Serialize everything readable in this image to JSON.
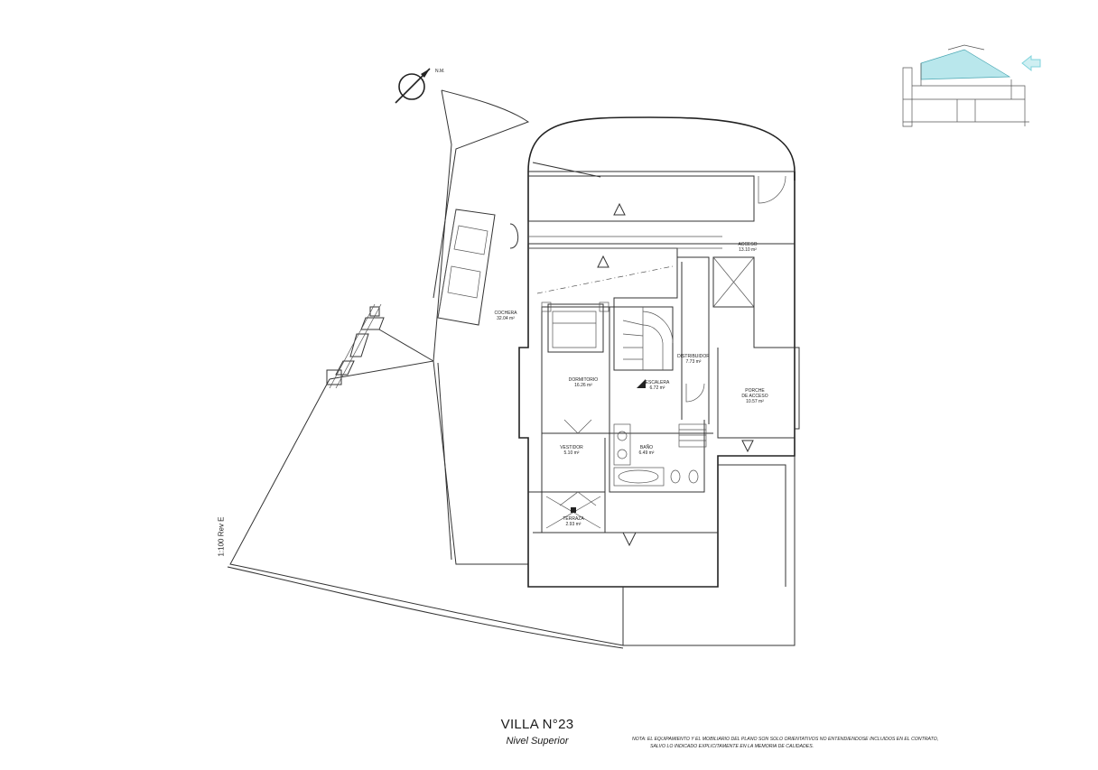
{
  "drawing": {
    "title": "VILLA N°23",
    "subtitle": "Nivel Superior",
    "scale_label": "1:100  Rev E",
    "north_label": "N.M.",
    "note_line1": "NOTA: EL EQUIPAMIENTO Y EL MOBILIARIO DEL PLANO SON SOLO ORIENTATIVOS NO ENTENDIENDOSE INCLUIDOS EN EL CONTRATO,",
    "note_line2": "SALVO LO INDICADO EXPLICITAMENTE EN LA MEMORIA DE CALIDADES."
  },
  "rooms": {
    "cochera": {
      "name": "COCHERA",
      "area": "32.04 m²"
    },
    "acceso": {
      "name": "ACCESO",
      "area": "13.10 m²"
    },
    "dormitorio": {
      "name": "DORMITORIO",
      "area": "16.26 m²"
    },
    "distribuidor": {
      "name": "DISTRIBUIDOR",
      "area": "7.73 m²"
    },
    "escalera": {
      "name": "ESCALERA",
      "area": "6.72 m²"
    },
    "porche": {
      "name1": "PORCHE",
      "name2": "DE ACCESO",
      "area": "10.57 m²"
    },
    "vestidor": {
      "name": "VESTIDOR",
      "area": "5.10 m²"
    },
    "bano": {
      "name": "BAÑO",
      "area": "6.49 m²"
    },
    "terraza": {
      "name": "TERRAZA",
      "area": "2.93 m²"
    }
  },
  "colors": {
    "line": "#333333",
    "accent": "#7fd3dc"
  }
}
